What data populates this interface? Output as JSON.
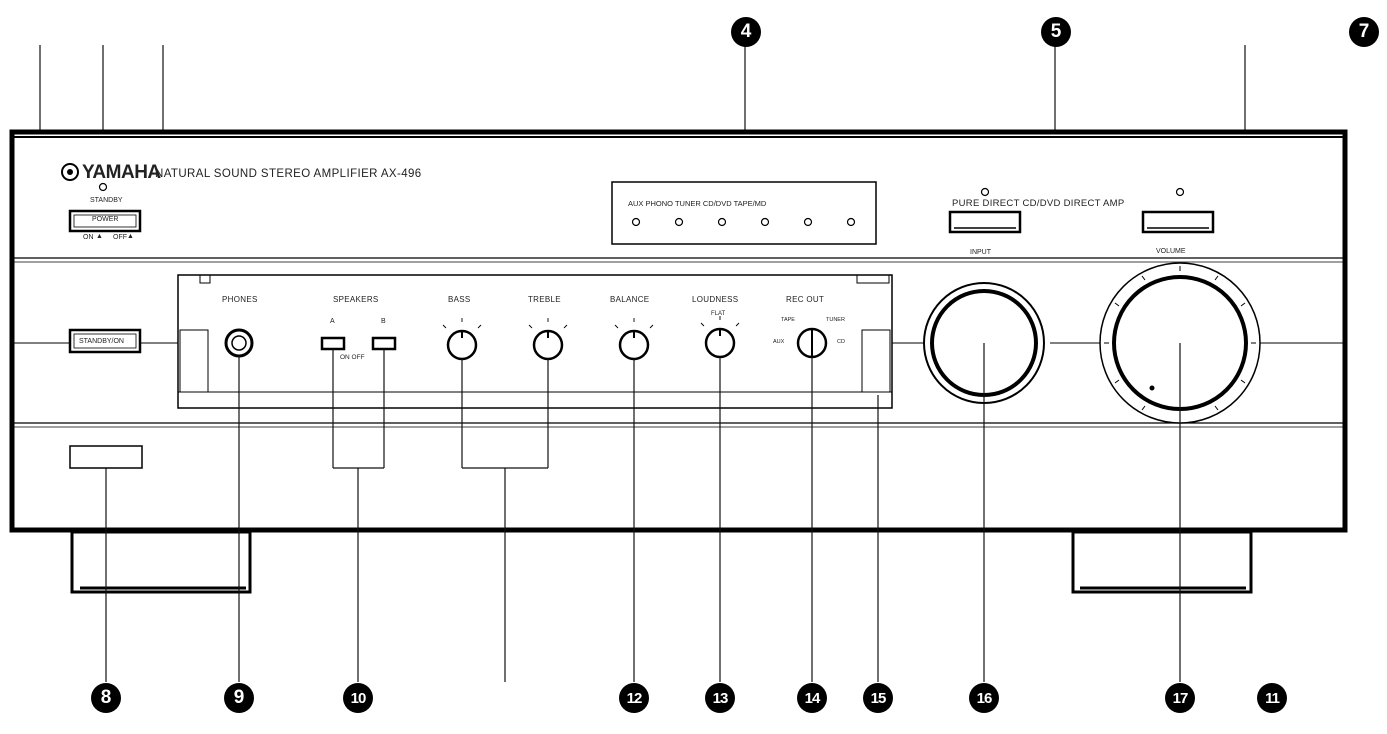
{
  "brand": {
    "logo_text": "YAMAHA"
  },
  "model_line": {
    "text": "NATURAL SOUND  STEREO AMPLIFIER  AX-496"
  },
  "top_panel": {
    "standby_label": "STANDBY",
    "power_label": "POWER",
    "power_on_label": "ON",
    "power_off_label": "OFF",
    "input_indicator_labels": "AUX  PHONO TUNER CD/DVD TAPE/MD",
    "pure_direct_label": "PURE DIRECT CD/DVD DIRECT AMP"
  },
  "middle_panel": {
    "input_label": "INPUT",
    "volume_label": "VOLUME",
    "standby_on_label": "STANDBY/ON",
    "phones_label": "PHONES",
    "speakers_label": "SPEAKERS",
    "speaker_a_label": "A",
    "speaker_b_label": "B",
    "speaker_on_off_label": "ON  OFF",
    "bass_label": "BASS",
    "treble_label": "TREBLE",
    "balance_label": "BALANCE",
    "loudness_label": "LOUDNESS",
    "rec_out_label": "REC OUT",
    "loudness_flat_label": "FLAT",
    "rec_out_tape_label": "TAPE",
    "rec_out_tuner_label": "TUNER",
    "rec_out_aux_label": "AUX",
    "rec_out_cd_label": "CD"
  },
  "callouts": {
    "c4": "4",
    "c5": "5",
    "c7": "7",
    "c8": "8",
    "c9": "9",
    "c10": "10",
    "c11": "11",
    "c12": "12",
    "c13": "13",
    "c14": "14",
    "c15": "15",
    "c16": "16",
    "c17": "17"
  }
}
